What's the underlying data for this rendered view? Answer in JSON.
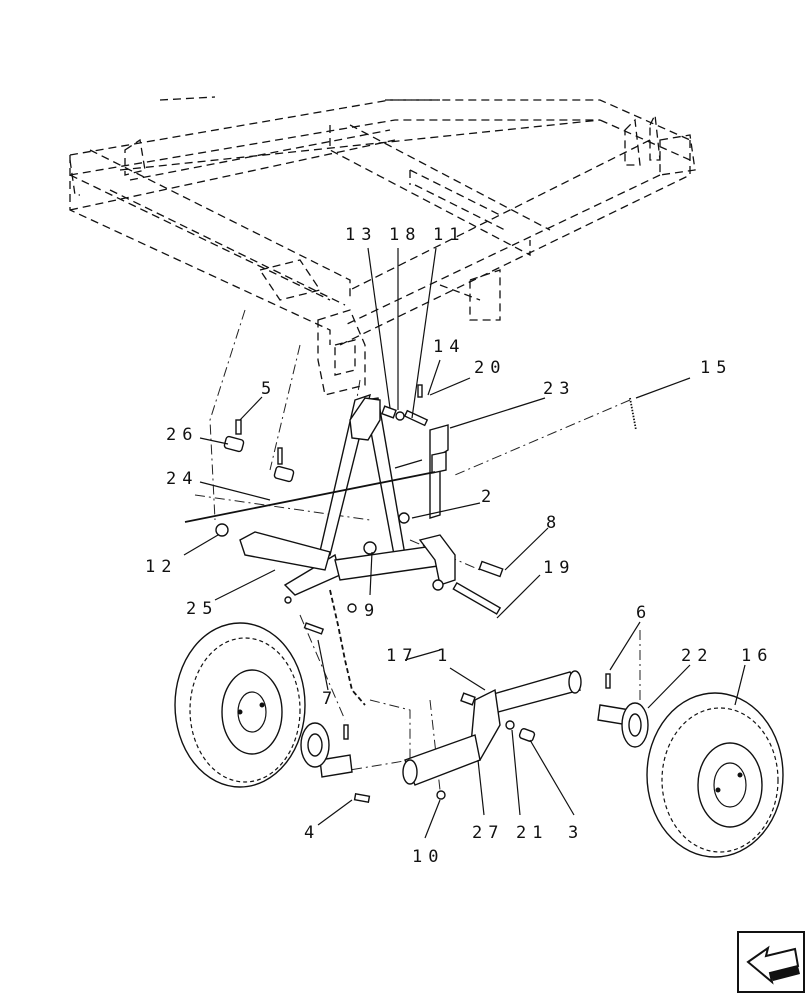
{
  "diagram": {
    "callouts": {
      "c13": "13",
      "c18": "18",
      "c11": "11",
      "c14": "14",
      "c20": "20",
      "c23": "23",
      "c15": "15",
      "c5": "5",
      "c26": "26",
      "c24": "24",
      "c2": "2",
      "c8": "8",
      "c19": "19",
      "c12": "12",
      "c25": "25",
      "c9": "9",
      "c6": "6",
      "c22": "22",
      "c16": "16",
      "c17": "17",
      "c1": "1",
      "c7": "7",
      "c4": "4",
      "c10": "10",
      "c27": "27",
      "c21": "21",
      "c3": "3"
    },
    "icons": {
      "nav": "previous-page-arrow-icon"
    }
  }
}
